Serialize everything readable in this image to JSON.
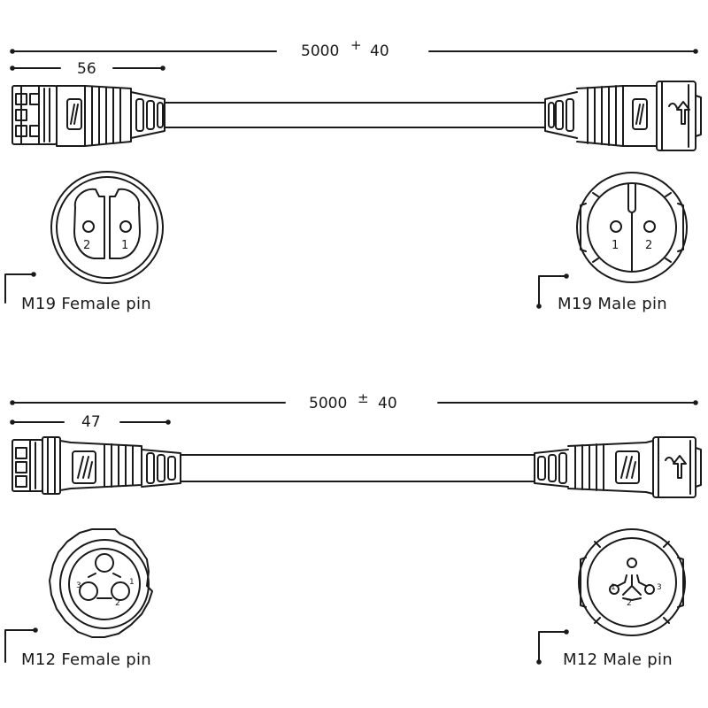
{
  "top_cable": {
    "length_value": "5000",
    "tolerance_sign": "+",
    "tolerance_value": "40",
    "plug_length": "56",
    "female_caption": "M19 Female pin",
    "male_caption": "M19 Male pin",
    "female_pins": [
      "2",
      "1"
    ],
    "male_pins": [
      "1",
      "2"
    ]
  },
  "bottom_cable": {
    "length_value": "5000",
    "tolerance_sign": "±",
    "tolerance_value": "40",
    "plug_length": "47",
    "female_caption": "M12 Female pin",
    "male_caption": "M12 Male pin",
    "female_pins": [
      "3",
      "1",
      "2"
    ],
    "male_pins": [
      "1",
      "3",
      "2"
    ]
  },
  "colors": {
    "line": "#1a1a1a",
    "background": "#ffffff"
  }
}
